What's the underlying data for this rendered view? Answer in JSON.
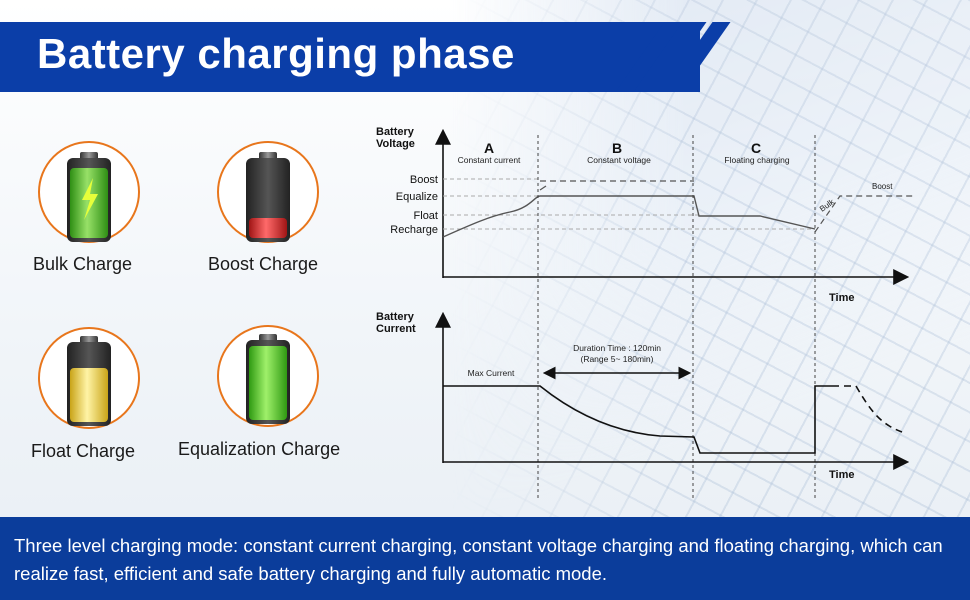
{
  "title": "Battery charging phase",
  "batteries": [
    {
      "label": "Bulk Charge",
      "state": "charging"
    },
    {
      "label": "Boost Charge",
      "state": "low"
    },
    {
      "label": "Float Charge",
      "state": "float"
    },
    {
      "label": "Equalization Charge",
      "state": "full"
    }
  ],
  "voltage_chart": {
    "ylabel_line1": "Battery",
    "ylabel_line2": "Voltage",
    "xlabel": "Time",
    "levels": [
      "Boost",
      "Equalize",
      "Float",
      "Recharge"
    ],
    "phases": [
      {
        "letter": "A",
        "name": "Constant current"
      },
      {
        "letter": "B",
        "name": "Constant voltage"
      },
      {
        "letter": "C",
        "name": "Floating charging"
      }
    ],
    "annot_bulk": "Bulk",
    "annot_boost": "Boost"
  },
  "current_chart": {
    "ylabel_line1": "Battery",
    "ylabel_line2": "Current",
    "xlabel": "Time",
    "max_current": "Max Current",
    "duration_line1": "Duration Time : 120min",
    "duration_line2": "(Range 5~ 180min)"
  },
  "footer": "Three level charging mode: constant current charging, constant voltage charging and floating charging, which can realize fast, efficient and safe battery charging and fully automatic mode.",
  "colors": {
    "banner": "#0b3ea8",
    "footer": "#0b3d9b",
    "ring": "#e8761c"
  }
}
